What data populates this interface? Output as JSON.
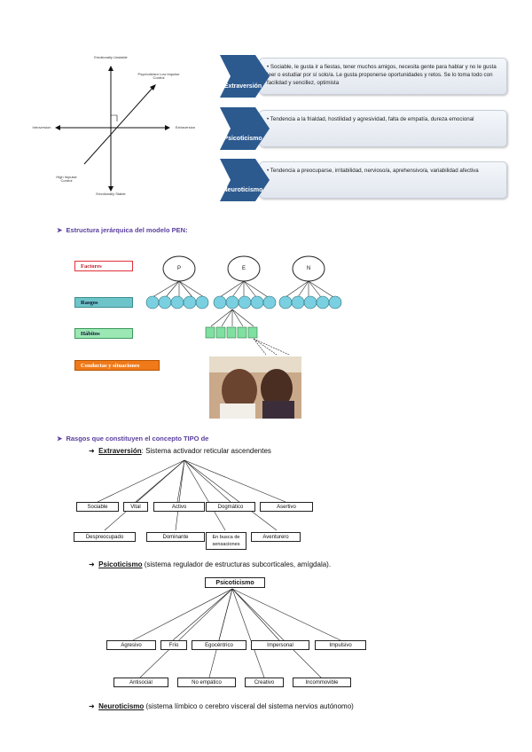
{
  "axes_diagram": {
    "top": "Emotionally Unstable",
    "bottom": "Emotionally Stable",
    "left": "Introversion",
    "right": "Extraversion",
    "upper_right": "Psychoticism Low Impulse Control",
    "lower_left": "High Impulse Control"
  },
  "traits_list": [
    {
      "label": "Extraversión",
      "text": "Sociable, le gusta ir a fiestas, tener muchos amigos, necesita gente para hablar y no le gusta leer o estudiar por sí solo/a. Le gusta proponerse oportunidades y retos. Se lo toma todo con facilidad y sencillez, optimista"
    },
    {
      "label": "Psicoticismo",
      "text": "Tendencia a la frialdad, hostilidad y agresividad, falta de empatía, dureza emocional"
    },
    {
      "label": "Neuroticismo",
      "text": "Tendencia a preocuparse, irritabilidad, nervioso/a, aprehensivo/a, variabilidad afectiva"
    }
  ],
  "section1": {
    "heading": "Estructura jerárquica del modelo PEN:"
  },
  "hierarchy": {
    "levels": [
      "Factores",
      "Rasgos",
      "Hábitos",
      "Conductas y situaciones"
    ],
    "level_colors": [
      "#e0303a",
      "#6ec5c9",
      "#9be8b5",
      "#f07a1a"
    ],
    "factors": [
      "P",
      "E",
      "N"
    ],
    "photo_alt": "photo-two-people"
  },
  "section2": {
    "heading": "Rasgos que constituyen el concepto TIPO de"
  },
  "extraversion": {
    "term": "Extraversión",
    "desc": ": Sistema activador reticular ascendentes",
    "row1": [
      "Sociable",
      "Vital",
      "Activo",
      "Dogmático",
      "Asertivo"
    ],
    "row2": [
      "Despreocupado",
      "Dominante",
      "En busca de sensaciones",
      "Aventurero"
    ]
  },
  "psicoticismo": {
    "term": "Psicoticismo",
    "desc": " (sistema regulador de estructuras subcorticales, amígdala).",
    "root": "Psicoticismo",
    "row1": [
      "Agresivo",
      "Frío",
      "Egocéntrico",
      "Impersonal",
      "Impulsivo"
    ],
    "row2": [
      "Antisocial",
      "No empático",
      "Creativo",
      "Incommovible"
    ]
  },
  "neuroticismo": {
    "term": "Neuroticismo",
    "desc": " (sistema límbico o cerebro visceral del sistema nervios autónomo)"
  },
  "colors": {
    "chevron": "#2c5a8f",
    "heading": "#5a3f9e",
    "node_fill": "#7ad0e0"
  }
}
